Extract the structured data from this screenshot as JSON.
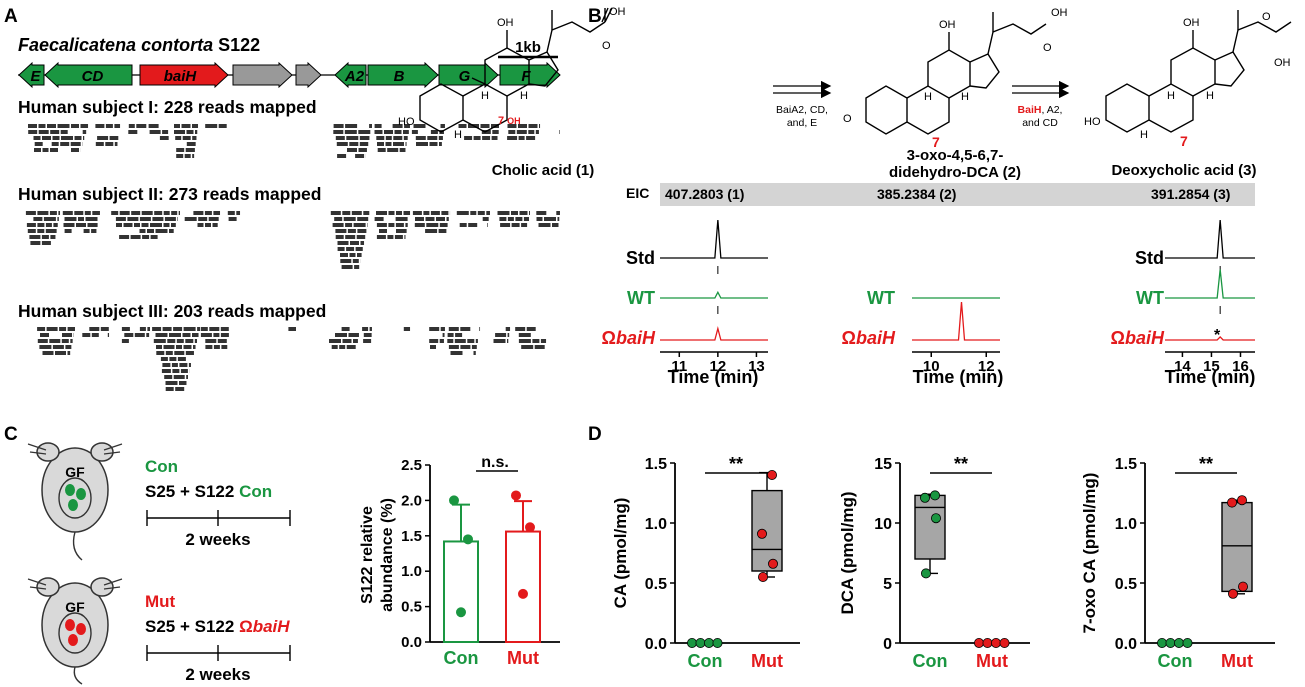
{
  "panels": {
    "A": {
      "letter": "A",
      "organism_italic": "Faecalicatena contorta",
      "organism_strain": " S122",
      "scale_label": "1kb",
      "genes": [
        "E",
        "CD",
        "baiH",
        "",
        "",
        "A2",
        "B",
        "G",
        "F"
      ],
      "subjects": [
        {
          "title": "Human subject I: 228 reads mapped"
        },
        {
          "title": "Human subject II: 273 reads mapped"
        },
        {
          "title": "Human subject III: 203 reads mapped"
        }
      ]
    },
    "B": {
      "letter": "B",
      "compounds": [
        {
          "name": "Cholic acid (1)",
          "label7": "7",
          "label_oh": "OH"
        },
        {
          "name_line1": "3-oxo-4,5-6,7-",
          "name_line2": "didehydro-DCA (2)",
          "label7": "7"
        },
        {
          "name": "Deoxycholic acid (3)",
          "label7": "7"
        }
      ],
      "arrow1_lines": [
        "BaiA2, CD,",
        "and, E"
      ],
      "arrow2_red": "BaiH",
      "arrow2_line1_rest": ", A2,",
      "arrow2_line2": "and CD",
      "eic_label": "EIC",
      "eic_values": [
        "407.2803 (1)",
        "385.2384 (2)",
        "391.2854 (3)"
      ],
      "trace_labels": {
        "std": "Std",
        "wt": "WT",
        "mut_omega": "Ω",
        "mut_gene": "baiH"
      },
      "xaxis_label": "Time (min)",
      "asterisk": "*",
      "chromatograms": [
        {
          "ticks": [
            "11",
            "12",
            "13"
          ],
          "xlim": [
            10.5,
            13.3
          ],
          "std_peak": 12.0,
          "wt_peak": 12.0,
          "mut_peak": 12.0,
          "std_height": 1.0,
          "wt_height": 0.15,
          "mut_height": 0.3
        },
        {
          "ticks": [
            "10",
            "12"
          ],
          "xlim": [
            9.3,
            12.5
          ],
          "wt_peak": null,
          "mut_peak": 11.1,
          "mut_height": 1.0
        },
        {
          "ticks": [
            "14",
            "15",
            "16"
          ],
          "xlim": [
            13.4,
            16.5
          ],
          "std_peak": 15.3,
          "wt_peak": 15.3,
          "mut_peak": 15.3,
          "std_height": 1.0,
          "wt_height": 0.75,
          "mut_height": 0.08
        }
      ]
    },
    "C": {
      "letter": "C",
      "groups": [
        {
          "name": "Con",
          "gf_label": "GF",
          "line_prefix": "S25 + S122 ",
          "line_suffix": "Con",
          "duration": "2 weeks",
          "color": "#1a9641"
        },
        {
          "name": "Mut",
          "gf_label": "GF",
          "line_prefix": "S25 + S122 ",
          "line_omega": "Ω",
          "line_gene": "baiH",
          "duration": "2 weeks",
          "color": "#e31a1c"
        }
      ],
      "ylabel_line1": "S122 relative",
      "ylabel_line2": "abundance (%)",
      "sig_label": "n.s.",
      "yticks": [
        "0.0",
        "0.5",
        "1.0",
        "1.5",
        "2.0",
        "2.5"
      ]
    },
    "D": {
      "letter": "D",
      "sig_label": "**"
    }
  },
  "chart_data": [
    {
      "type": "bar",
      "panel": "C",
      "categories": [
        "Con",
        "Mut"
      ],
      "values": [
        1.42,
        1.56
      ],
      "errors": [
        0.52,
        0.43
      ],
      "points": [
        [
          2.0,
          1.45,
          0.42
        ],
        [
          2.07,
          1.62,
          0.68
        ]
      ],
      "colors": [
        "#1a9641",
        "#e31a1c"
      ],
      "ylim": [
        0,
        2.5
      ]
    },
    {
      "type": "box",
      "panel": "D",
      "ylabel": "CA (pmol/mg)",
      "categories": [
        "Con",
        "Mut"
      ],
      "ylim": [
        0,
        1.5
      ],
      "yticks": [
        "0.0",
        "0.5",
        "1.0",
        "1.5"
      ],
      "points": [
        [
          0,
          0,
          0,
          0
        ],
        [
          1.4,
          0.91,
          0.66,
          0.55
        ]
      ],
      "box": {
        "min": 0.55,
        "q1": 0.6,
        "median": 0.78,
        "q3": 1.27,
        "max": 1.42
      }
    },
    {
      "type": "box",
      "panel": "D",
      "ylabel": "DCA (pmol/mg)",
      "categories": [
        "Con",
        "Mut"
      ],
      "ylim": [
        0,
        15
      ],
      "yticks": [
        "0",
        "5",
        "10",
        "15"
      ],
      "points": [
        [
          12.3,
          12.1,
          10.4,
          5.8
        ],
        [
          0,
          0,
          0,
          0
        ]
      ],
      "box": {
        "min": 5.8,
        "q1": 7.0,
        "median": 11.3,
        "q3": 12.3,
        "max": 12.4
      }
    },
    {
      "type": "box",
      "panel": "D",
      "ylabel": "7-oxo CA (pmol/mg)",
      "categories": [
        "Con",
        "Mut"
      ],
      "ylim": [
        0,
        1.5
      ],
      "yticks": [
        "0.0",
        "0.5",
        "1.0",
        "1.5"
      ],
      "points": [
        [
          0,
          0,
          0,
          0
        ],
        [
          1.19,
          1.17,
          0.47,
          0.41
        ]
      ],
      "box": {
        "min": 0.41,
        "q1": 0.43,
        "median": 0.81,
        "q3": 1.17,
        "max": 1.19
      }
    }
  ]
}
